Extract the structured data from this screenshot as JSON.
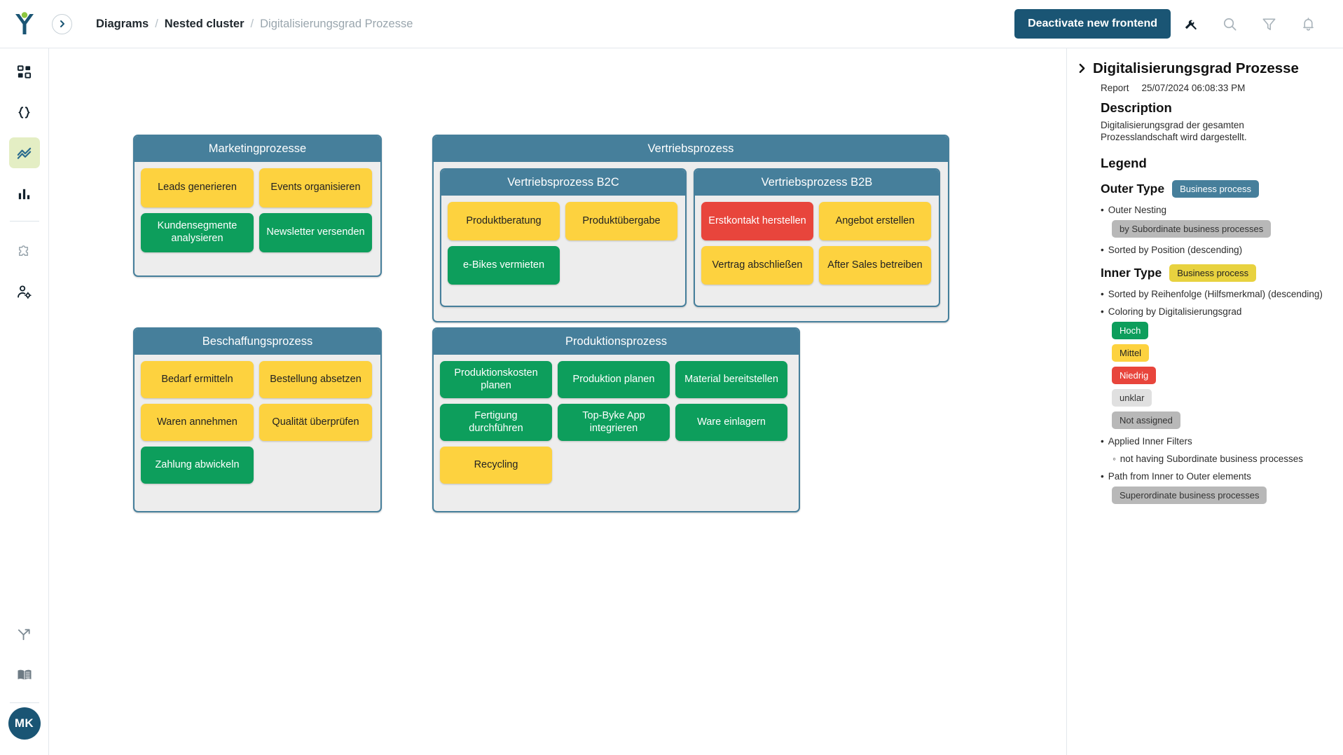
{
  "topbar": {
    "logo_icon": "y-logo-icon",
    "collapse_icon": "chevron-right-icon",
    "breadcrumb": [
      {
        "label": "Diagrams",
        "muted": false
      },
      {
        "label": "Nested cluster",
        "muted": false
      },
      {
        "label": "Digitalisierungsgrad Prozesse",
        "muted": true
      }
    ],
    "separator": "/",
    "primary_button": "Deactivate new frontend",
    "icons": [
      "wrench-icon",
      "search-icon",
      "filter-icon",
      "bell-icon"
    ]
  },
  "leftrail": {
    "items": [
      {
        "icon": "dashboard-grid-icon",
        "active": false
      },
      {
        "icon": "code-braces-icon",
        "active": false
      },
      {
        "icon": "diagram-trend-icon",
        "active": true
      },
      {
        "icon": "bar-chart-icon",
        "active": false
      },
      {
        "icon": "puzzle-piece-icon",
        "active": false
      },
      {
        "icon": "user-settings-icon",
        "active": false
      },
      {
        "icon": "branch-arrow-icon",
        "active": false
      },
      {
        "icon": "book-icon",
        "active": false
      }
    ],
    "avatar": "MK"
  },
  "panel": {
    "chevron_icon": "chevron-right-icon",
    "title": "Digitalisierungsgrad Prozesse",
    "type_label": "Report",
    "timestamp": "25/07/2024 06:08:33 PM",
    "description_heading": "Description",
    "description_text": "Digitalisierungsgrad der gesamten Prozesslandschaft wird dargestellt.",
    "legend_heading": "Legend",
    "outer_type_label": "Outer Type",
    "outer_type_badge": "Business process",
    "outer_nesting_bullet": "Outer Nesting",
    "outer_nesting_badge": "by Subordinate business processes",
    "outer_sorted_bullet": "Sorted by Position (descending)",
    "inner_type_label": "Inner Type",
    "inner_type_badge": "Business process",
    "inner_sorted_bullet": "Sorted by Reihenfolge (Hilfsmerkmal) (descending)",
    "coloring_bullet": "Coloring by Digitalisierungsgrad",
    "color_swatches": [
      {
        "label": "Hoch",
        "style": "green",
        "color": "#0d9e5c"
      },
      {
        "label": "Mittel",
        "style": "amber",
        "color": "#fdd23f"
      },
      {
        "label": "Niedrig",
        "style": "red",
        "color": "#e8453c"
      },
      {
        "label": "unklar",
        "style": "lightgrey",
        "color": "#e0e0e0"
      },
      {
        "label": "Not assigned",
        "style": "grey",
        "color": "#b8b8b8"
      }
    ],
    "applied_filters_bullet": "Applied Inner Filters",
    "applied_filters_sub": "not having Subordinate business processes",
    "path_bullet": "Path from Inner to Outer elements",
    "path_badge": "Superordinate business processes"
  },
  "colors": {
    "cluster_header": "#467f9b",
    "cluster_body": "#ededed",
    "hoch": "#0d9e5c",
    "mittel": "#fdd23f",
    "niedrig": "#e8453c",
    "primary": "#1a5574",
    "rail_active": "#e4eec4"
  },
  "diagram": {
    "clusters": [
      {
        "id": "marketing",
        "title": "Marketingprozesse",
        "nodes": [
          {
            "label": "Leads generieren",
            "level": "mittel"
          },
          {
            "label": "Events organisieren",
            "level": "mittel"
          },
          {
            "label": "Kundensegmente analysieren",
            "level": "hoch"
          },
          {
            "label": "Newsletter versenden",
            "level": "hoch"
          }
        ]
      },
      {
        "id": "vertrieb",
        "title": "Vertriebsprozess",
        "subclusters": [
          {
            "id": "b2c",
            "title": "Vertriebsprozess B2C",
            "nodes": [
              {
                "label": "Produktberatung",
                "level": "mittel"
              },
              {
                "label": "Produktübergabe",
                "level": "mittel"
              },
              {
                "label": "e-Bikes vermieten",
                "level": "hoch"
              }
            ]
          },
          {
            "id": "b2b",
            "title": "Vertriebsprozess B2B",
            "nodes": [
              {
                "label": "Erstkontakt herstellen",
                "level": "niedrig"
              },
              {
                "label": "Angebot erstellen",
                "level": "mittel"
              },
              {
                "label": "Vertrag abschließen",
                "level": "mittel"
              },
              {
                "label": "After Sales betreiben",
                "level": "mittel"
              }
            ]
          }
        ]
      },
      {
        "id": "beschaffung",
        "title": "Beschaffungsprozess",
        "nodes": [
          {
            "label": "Bedarf ermitteln",
            "level": "mittel"
          },
          {
            "label": "Bestellung absetzen",
            "level": "mittel"
          },
          {
            "label": "Waren annehmen",
            "level": "mittel"
          },
          {
            "label": "Qualität überprüfen",
            "level": "mittel"
          },
          {
            "label": "Zahlung abwickeln",
            "level": "hoch"
          }
        ]
      },
      {
        "id": "produktion",
        "title": "Produktionsprozess",
        "nodes": [
          {
            "label": "Produktionskosten planen",
            "level": "hoch"
          },
          {
            "label": "Produktion planen",
            "level": "hoch"
          },
          {
            "label": "Material bereitstellen",
            "level": "hoch"
          },
          {
            "label": "Fertigung durchführen",
            "level": "hoch"
          },
          {
            "label": "Top-Byke App integrieren",
            "level": "hoch"
          },
          {
            "label": "Ware einlagern",
            "level": "hoch"
          },
          {
            "label": "Recycling",
            "level": "mittel"
          }
        ]
      }
    ]
  }
}
